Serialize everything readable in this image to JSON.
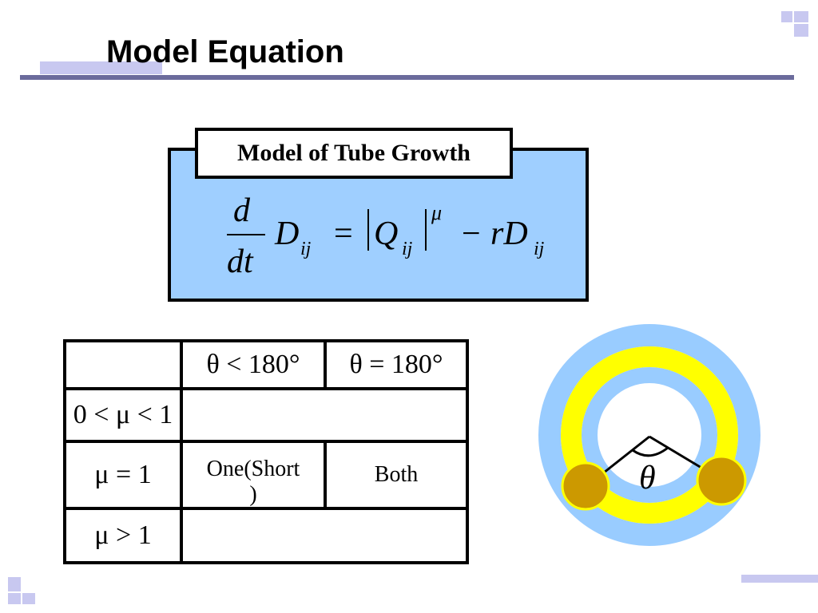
{
  "slide": {
    "title": "Model Equation",
    "accent_color": "#c8c8f0",
    "rule_color": "#6b6b9c"
  },
  "equation_box": {
    "label": "Model of Tube Growth",
    "fill_color": "#9fcfff",
    "numerator": "d",
    "denominator": "dt",
    "D1": "D",
    "sub1": "ij",
    "equals": "=",
    "Q": "Q",
    "sub2": "ij",
    "exponent": "μ",
    "minus": "−",
    "rD": "rD",
    "sub3": "ij"
  },
  "table": {
    "header_theta_lt": "θ < 180°",
    "header_theta_eq": "θ = 180°",
    "row1_label": "0 < μ < 1",
    "row2_label": "μ = 1",
    "row2_col1_line1": "One(Short",
    "row2_col1_line2": ")",
    "row2_col2": "Both",
    "row3_label": "μ > 1"
  },
  "diagram": {
    "angle_label": "θ",
    "ring_outer_color": "#99ccff",
    "ring_inner_color": "#ffff00",
    "node_color": "#cc9900"
  }
}
